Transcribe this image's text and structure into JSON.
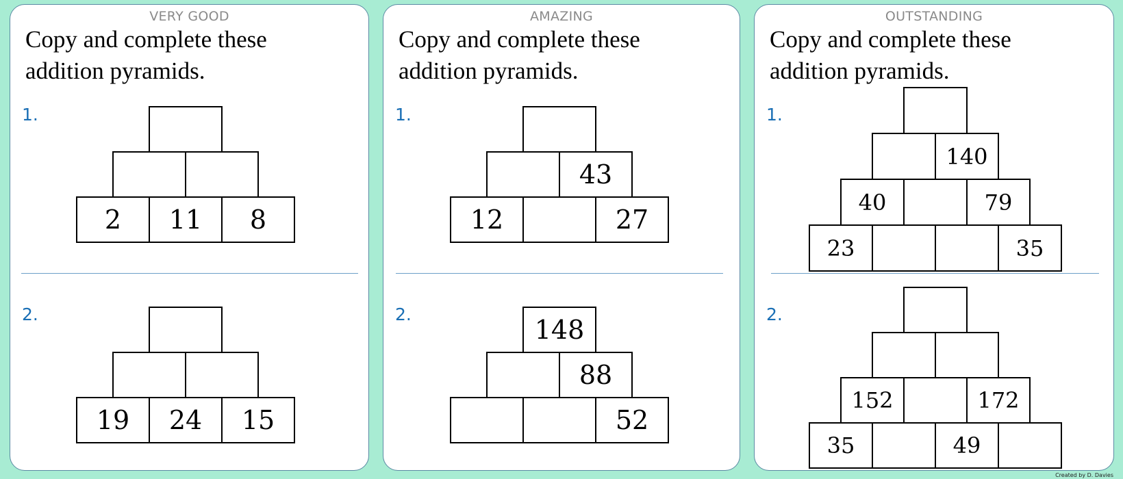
{
  "instruction": "Copy and complete these addition pyramids.",
  "footer": "Created by D. Davies",
  "columns": [
    {
      "level": "VERY GOOD",
      "questions": [
        {
          "number": "1.",
          "rows": [
            [
              ""
            ],
            [
              "",
              ""
            ],
            [
              "2",
              "11",
              "8"
            ]
          ]
        },
        {
          "number": "2.",
          "rows": [
            [
              ""
            ],
            [
              "",
              ""
            ],
            [
              "19",
              "24",
              "15"
            ]
          ]
        }
      ]
    },
    {
      "level": "AMAZING",
      "questions": [
        {
          "number": "1.",
          "rows": [
            [
              ""
            ],
            [
              "",
              "43"
            ],
            [
              "12",
              "",
              "27"
            ]
          ]
        },
        {
          "number": "2.",
          "rows": [
            [
              "148"
            ],
            [
              "",
              "88"
            ],
            [
              "",
              "",
              "52"
            ]
          ]
        }
      ]
    },
    {
      "level": "OUTSTANDING",
      "questions": [
        {
          "number": "1.",
          "rows": [
            [
              ""
            ],
            [
              "",
              "140"
            ],
            [
              "40",
              "",
              "79"
            ],
            [
              "23",
              "",
              "",
              "35"
            ]
          ]
        },
        {
          "number": "2.",
          "rows": [
            [
              ""
            ],
            [
              "",
              ""
            ],
            [
              "152",
              "",
              "172"
            ],
            [
              "35",
              "",
              "49",
              ""
            ]
          ]
        }
      ]
    }
  ]
}
